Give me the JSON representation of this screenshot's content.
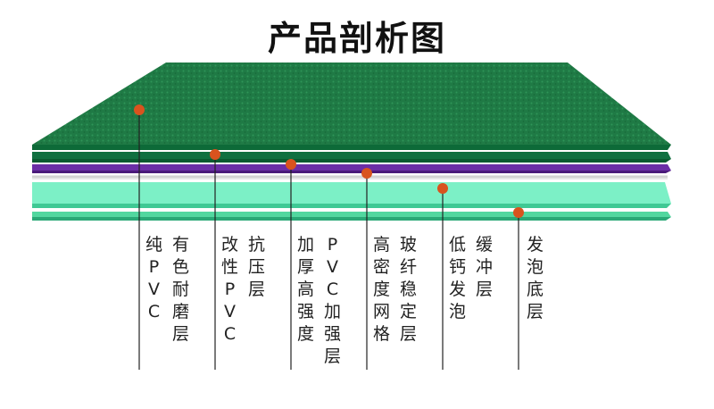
{
  "title": "产品剖析图",
  "layers": [
    {
      "id": "wear",
      "label_cols": [
        "纯PVC",
        "有色耐磨层"
      ],
      "color": "#1f7a45"
    },
    {
      "id": "antistress",
      "label_cols": [
        "改性PVC",
        "抗压层"
      ],
      "color": "#0f6b3a"
    },
    {
      "id": "reinforced",
      "label_cols": [
        "加厚高强度",
        "PVC加强层"
      ],
      "color": "#6a2aa0"
    },
    {
      "id": "fiber",
      "label_cols": [
        "高密度网格",
        "玻纤稳定层"
      ],
      "color": "#d8d8d8"
    },
    {
      "id": "foam-cushion",
      "label_cols": [
        "低钙发泡",
        "缓冲层"
      ],
      "color": "#5fe0b0"
    },
    {
      "id": "foam-base",
      "label_cols": [
        "发泡底层"
      ],
      "color": "#3ec98f"
    }
  ],
  "marker_color": "#d9531e"
}
